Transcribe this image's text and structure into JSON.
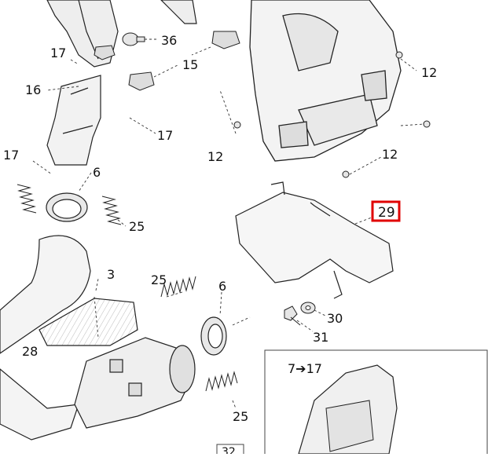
{
  "diagram": {
    "callouts": {
      "c36": "36",
      "c17a": "17",
      "c15": "15",
      "c16": "16",
      "c17b": "17",
      "c17c": "17",
      "c6a": "6",
      "c25a": "25",
      "c3": "3",
      "c25b": "25",
      "c6b": "6",
      "c28": "28",
      "c25c": "25",
      "c12a": "12",
      "c12b": "12",
      "c12c": "12",
      "c29": "29",
      "c30": "30",
      "c31": "31",
      "c7to17": "7➔17",
      "c32": "32"
    },
    "highlight_color": "#e00000"
  }
}
